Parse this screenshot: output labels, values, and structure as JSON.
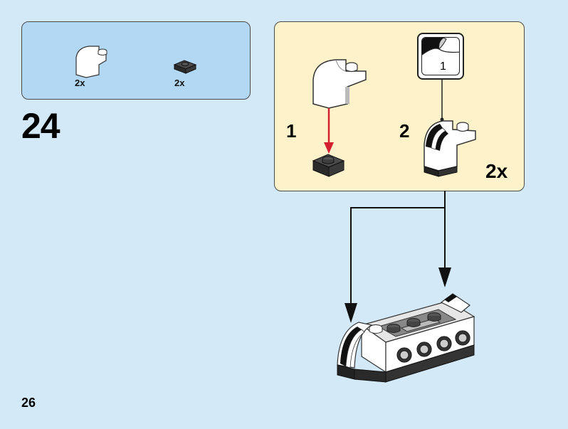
{
  "parts_list": {
    "items": [
      {
        "icon": "white-curved-slope-brick-icon",
        "quantity": "2x"
      },
      {
        "icon": "black-plate-1x1-icon",
        "quantity": "2x"
      }
    ]
  },
  "step": {
    "number": "24"
  },
  "sub_assembly": {
    "steps": [
      {
        "number": "1"
      },
      {
        "number": "2"
      }
    ],
    "callout_page": "1",
    "multiplier": "2x"
  },
  "page": {
    "number": "26"
  },
  "colors": {
    "page_background": "#d3e9f8",
    "parts_box": "#b3d8f4",
    "sub_assembly_box": "#fdf2c9",
    "arrow_red": "#d2202f"
  }
}
